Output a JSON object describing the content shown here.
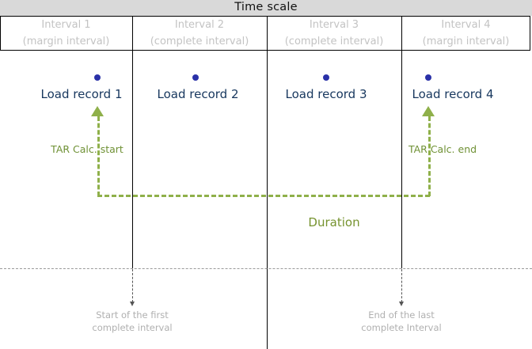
{
  "diagram": {
    "title": "Time scale",
    "colors": {
      "title_band": "#d9d9d9",
      "header_text": "#c3c3c3",
      "record_text": "#17375e",
      "record_dot": "#2a31a8",
      "green_accent": "#8fb04a",
      "green_text": "#6f9135",
      "gray_note": "#b0b0b0",
      "grid_line": "#000000"
    },
    "intervals": [
      {
        "name": "Interval  1",
        "kind": "(margin interval)"
      },
      {
        "name": "Interval  2",
        "kind": "(complete interval)"
      },
      {
        "name": "Interval  3",
        "kind": "(complete interval)"
      },
      {
        "name": "Interval  4",
        "kind": "(margin interval)"
      }
    ],
    "load_records": [
      {
        "label": "Load record 1"
      },
      {
        "label": "Load record 2"
      },
      {
        "label": "Load record 3"
      },
      {
        "label": "Load record 4"
      }
    ],
    "annotations": {
      "calc_start": "TAR Calc. start",
      "calc_end": "TAR Calc. end",
      "duration": "Duration"
    },
    "footnotes": [
      {
        "line1": "Start of the first",
        "line2": "complete interval"
      },
      {
        "line1": "End of the last",
        "line2": "complete Interval"
      }
    ]
  }
}
